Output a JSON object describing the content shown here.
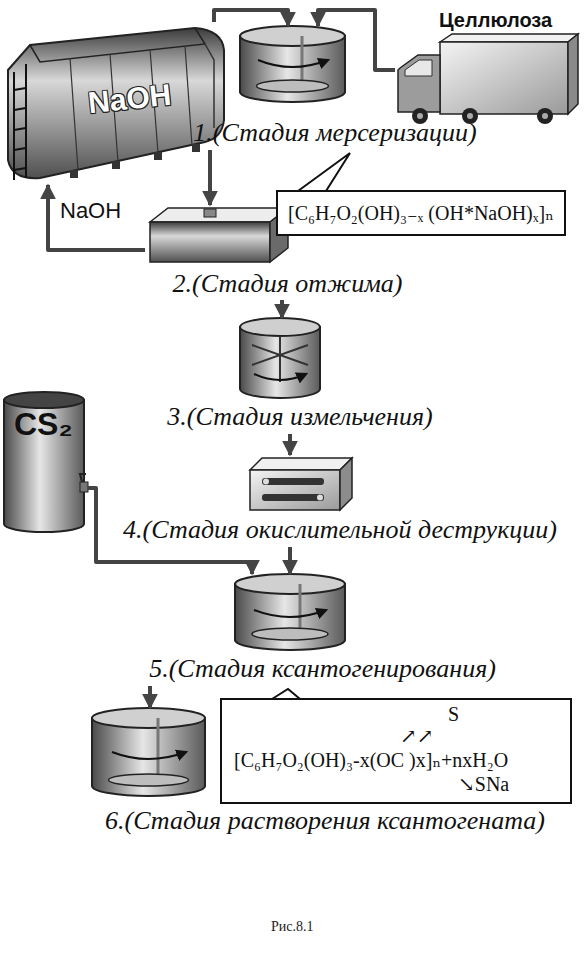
{
  "diagram": {
    "caption": "Рис.8.1",
    "nodes": [
      {
        "text": [
          "NaOH"
        ]
      },
      {
        "text": [
          "Целлюлоза"
        ]
      },
      {
        "text": [
          "1.(Стадия мерсеризации)"
        ]
      },
      {
        "text": [
          "[C₆H₇O₂(OH)₃₋ₓ (OH*NaOH)ₓ]ₙ"
        ]
      },
      {
        "text": [
          "2.(Стадия отжима)"
        ]
      },
      {
        "text": [
          "3.(Стадия измельчения)"
        ]
      },
      {
        "text": [
          "4.(Стадия окислительной деструкции)"
        ]
      },
      {
        "text": [
          "CS₂"
        ]
      },
      {
        "text": [
          "5.(Стадия ксантогенирования)"
        ]
      },
      {
        "text": [
          "S",
          "↗↗",
          "[C₆H₇O₂(OH)₃-x(OC )x]ₙ+nxH₂O",
          "↘SNa"
        ]
      },
      {
        "text": [
          "6.(Стадия растворения ксантогената)"
        ]
      }
    ],
    "edges": [
      {
        "from": 0,
        "to": 2,
        "arrow": "to"
      },
      {
        "from": 1,
        "to": 2,
        "arrow": "to"
      },
      {
        "from": 2,
        "to": 4,
        "arrow": "to"
      },
      {
        "from": 4,
        "to": 0,
        "arrow": "to"
      },
      {
        "from": 4,
        "to": 5,
        "arrow": "to"
      },
      {
        "from": 5,
        "to": 6,
        "arrow": "to"
      },
      {
        "from": 6,
        "to": 8,
        "arrow": "to"
      },
      {
        "from": 7,
        "to": 8,
        "arrow": "to"
      },
      {
        "from": 8,
        "to": 10,
        "arrow": "to"
      }
    ],
    "labels": [
      "NaOH"
    ]
  }
}
